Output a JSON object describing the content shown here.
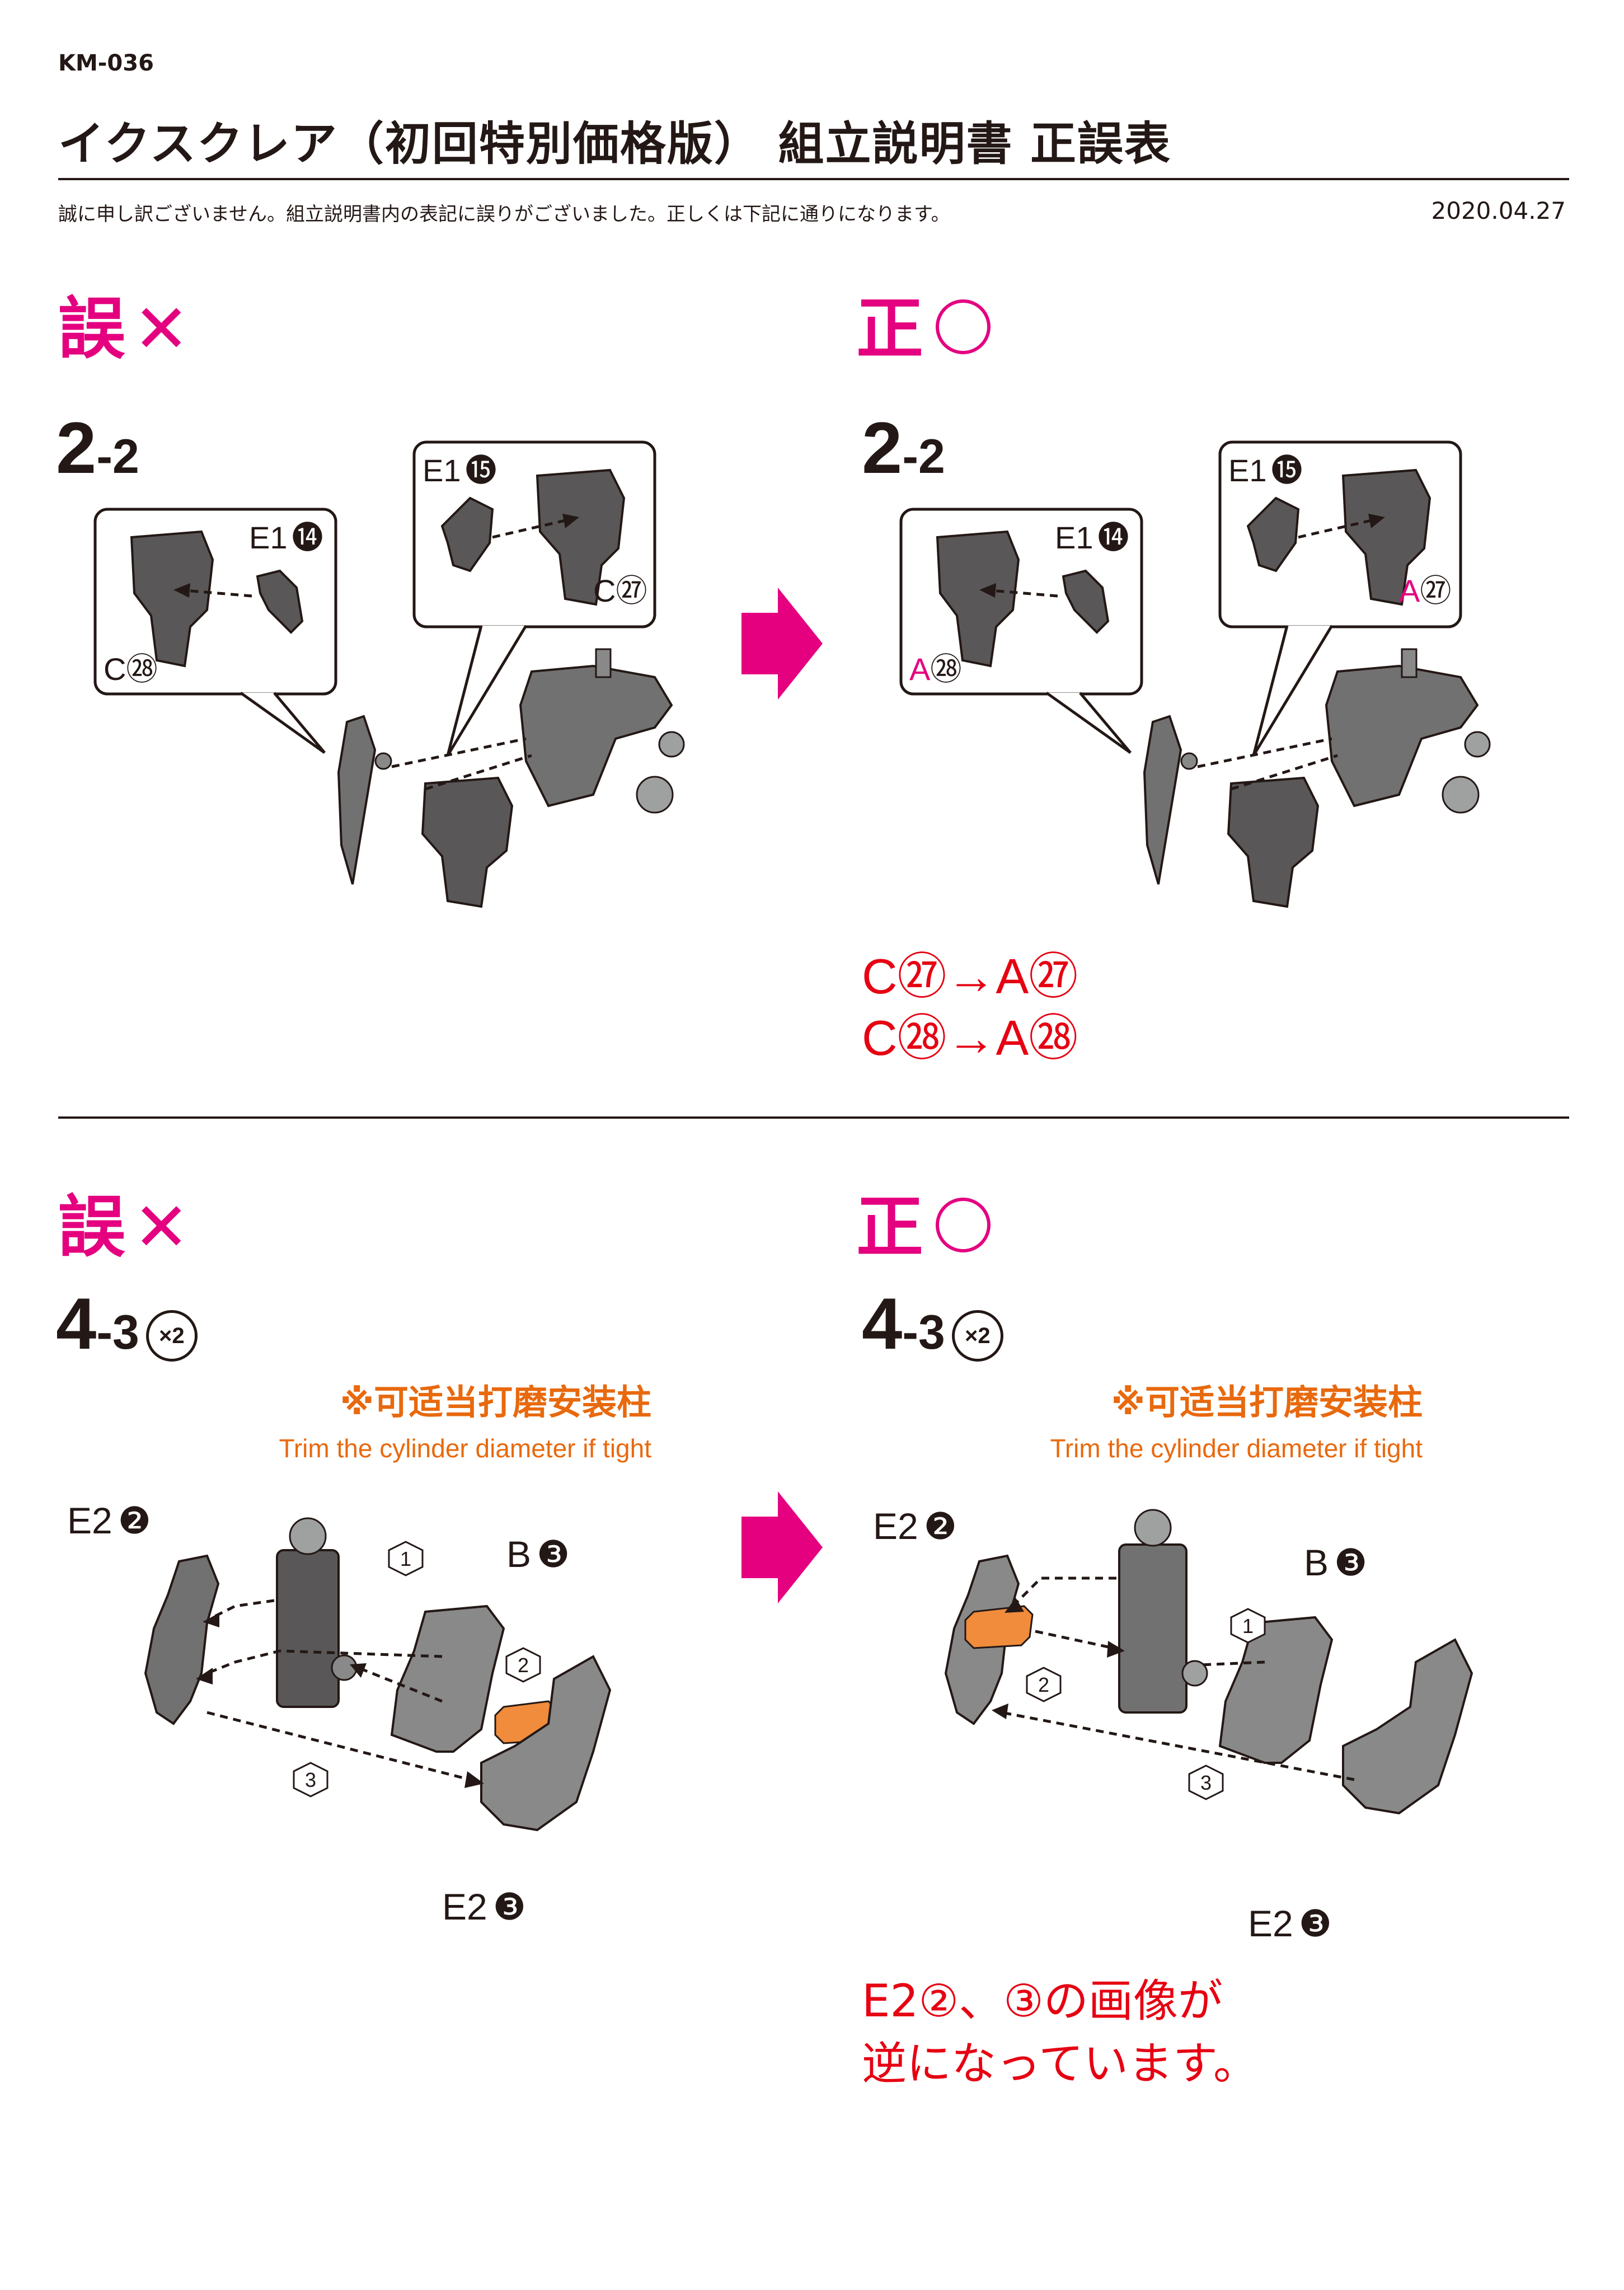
{
  "header": {
    "code": "KM-036",
    "title": "イクスクレア（初回特別価格版） 組立説明書 正誤表",
    "note": "誠に申し訳ございません。組立説明書内の表記に誤りがございました。正しくは下記に通りになります。",
    "date": "2020.04.27"
  },
  "labels": {
    "wrong": "誤",
    "right": "正"
  },
  "colors": {
    "magenta": "#e4007f",
    "red": "#e60012",
    "orange": "#e8690e",
    "ink": "#231815"
  },
  "section1": {
    "step_main": "2",
    "step_sub": "-2",
    "wrong_callout_left": {
      "part": "E1",
      "num": "⓮",
      "alt_letter": "C",
      "alt_num": "㉘"
    },
    "wrong_callout_right": {
      "part": "E1",
      "num": "⓯",
      "alt_letter": "C",
      "alt_num": "㉗"
    },
    "right_callout_left": {
      "part": "E1",
      "num": "⓮",
      "alt_letter": "A",
      "alt_num": "㉘"
    },
    "right_callout_right": {
      "part": "E1",
      "num": "⓯",
      "alt_letter": "A",
      "alt_num": "㉗"
    },
    "corrections": [
      "C㉗→A㉗",
      "C㉘→A㉘"
    ]
  },
  "section2": {
    "step_main": "4",
    "step_sub": "-3",
    "multiplier": "×2",
    "warn_zh": "※可适当打磨安装柱",
    "warn_en": "Trim the cylinder diameter if tight",
    "wrong_parts": {
      "e2a": "E2",
      "e2a_num": "❷",
      "b": "B",
      "b_num": "❸",
      "e2b": "E2",
      "e2b_num": "❸"
    },
    "right_parts": {
      "e2a": "E2",
      "e2a_num": "❷",
      "b": "B",
      "b_num": "❸",
      "e2b": "E2",
      "e2b_num": "❸"
    },
    "steps": [
      "1",
      "2",
      "3"
    ],
    "correction_line1": "E2②、③の画像が",
    "correction_line2": "逆になっています。"
  }
}
